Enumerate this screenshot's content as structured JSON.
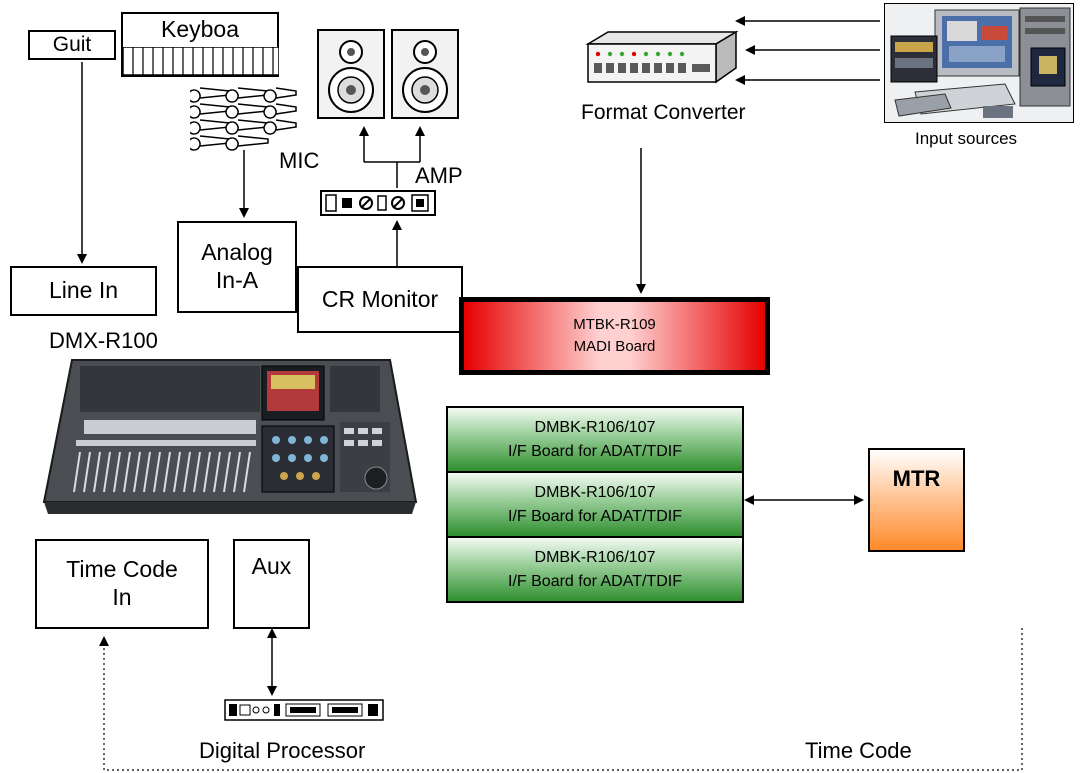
{
  "labels": {
    "guit": "Guit",
    "keyboa": "Keyboa",
    "mic": "MIC",
    "amp": "AMP",
    "format_converter": "Format Converter",
    "input_sources": "Input sources",
    "line_in": "Line In",
    "analog_in_a_line1": "Analog",
    "analog_in_a_line2": "In-A",
    "cr_monitor": "CR Monitor",
    "dmx_r100": "DMX-R100",
    "madi_line1": "MTBK-R109",
    "madi_line2": "MADI Board",
    "if_board_line1": "DMBK-R106/107",
    "if_board_line2": "I/F Board for ADAT/TDIF",
    "mtr": "MTR",
    "time_code_in_line1": "Time Code",
    "time_code_in_line2": "In",
    "aux": "Aux",
    "digital_processor": "Digital Processor",
    "time_code": "Time Code"
  },
  "colors": {
    "madi_red": "#e60000",
    "if_green": "#2f8f2f",
    "mtr_orange": "#ff8a2a"
  },
  "icons": [
    "speaker-icon",
    "speaker-icon",
    "amplifier-icon",
    "microphone-icon",
    "converter-device-icon",
    "computer-icon",
    "mixing-console-icon",
    "rack-processor-icon"
  ]
}
